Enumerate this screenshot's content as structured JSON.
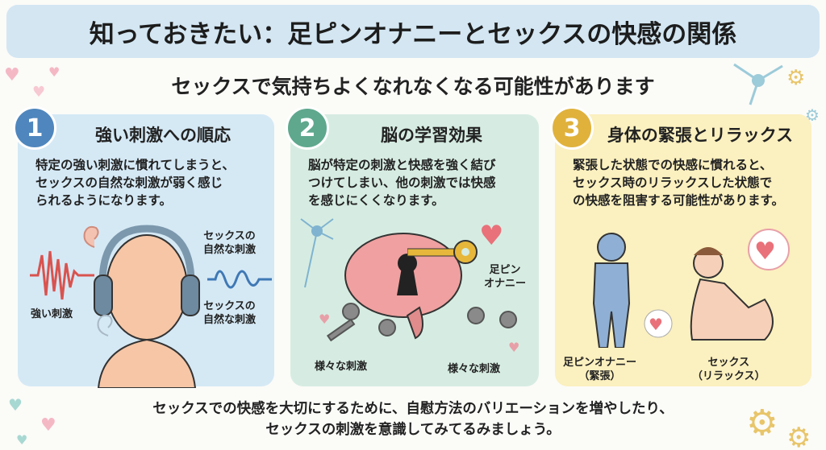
{
  "title": "知っておきたい：足ピンオナニーとセックスの快感の関係",
  "subtitle": "セックスで気持ちよくなれなくなる可能性があります",
  "panels": [
    {
      "number": "1",
      "title": "強い刺激への順応",
      "body": "特定の強い刺激に慣れてしまうと、\nセックスの自然な刺激が弱く感じ\nられるようになります。",
      "labels": {
        "strong": "強い刺激",
        "natural_top": "セックスの\n自然な刺激",
        "natural_bottom": "セックスの\n自然な刺激"
      },
      "color": "#4f86bd"
    },
    {
      "number": "2",
      "title": "脳の学習効果",
      "body": "脳が特定の刺激と快感を強く結び\nつけてしまい、他の刺激では快感\nを感じにくくなります。",
      "labels": {
        "ashipin": "足ピン\nオナニー",
        "various_left": "様々な刺激",
        "various_right": "様々な刺激"
      },
      "color": "#5fa88e"
    },
    {
      "number": "3",
      "title": "身体の緊張とリラックス",
      "body": "緊張した状態での快感に慣れると、\nセックス時のリラックスした状態で\nの快感を阻害する可能性があります。",
      "labels": {
        "tense": "足ピンオナニー\n（緊張）",
        "relax": "セックス\n（リラックス）"
      },
      "color": "#e0b23c"
    }
  ],
  "footer": "セックスでの快感を大切にするために、自慰方法のバリエーションを増やしたり、\nセックスの刺激を意識してみてるみましょう。"
}
